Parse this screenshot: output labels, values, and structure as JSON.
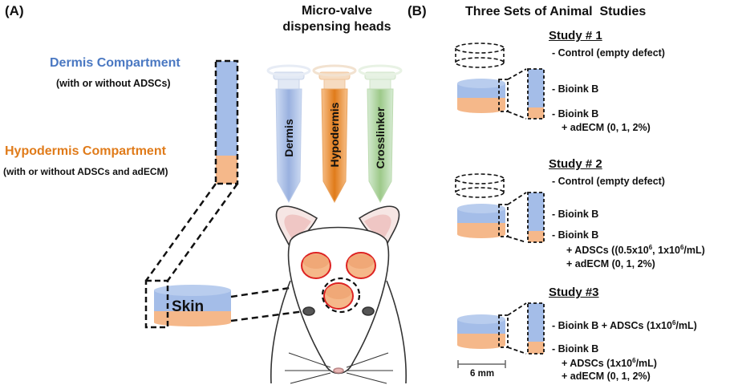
{
  "panel_a": {
    "label": "(A)",
    "heads_title_1": "Micro-valve",
    "heads_title_2": "dispensing heads",
    "dermis_title": "Dermis Compartment",
    "dermis_sub": "(with or without ADSCs)",
    "hypodermis_title": "Hypodermis Compartment",
    "hypodermis_sub": "(with or without ADSCs and adECM)",
    "skin_label": "Skin",
    "syringes": [
      {
        "label": "Dermis",
        "color": "#8fa9dc"
      },
      {
        "label": "Hypodermis",
        "color": "#e69138"
      },
      {
        "label": "Crosslinker",
        "color": "#93c47d"
      }
    ]
  },
  "panel_b": {
    "label": "(B)",
    "title": "Three Sets of Animal  Studies",
    "study1": {
      "title": "Study # 1",
      "control": "- Control (empty defect)",
      "item1": "- Bioink B",
      "item2_l1": "- Bioink B",
      "item2_l2": "+ adECM (0, 1, 2%)"
    },
    "study2": {
      "title": "Study # 2",
      "control": "- Control (empty defect)",
      "item1": "- Bioink B",
      "item2_l1": "- Bioink B",
      "item2_l2_pre": "+ ADSCs ((0.5x10",
      "item2_l2_sup1": "6",
      "item2_l2_mid": ", 1x10",
      "item2_l2_sup2": "6",
      "item2_l2_post": "/mL)",
      "item2_l3": "+ adECM (0, 1, 2%)"
    },
    "study3": {
      "title": "Study #3",
      "item1_pre": "- Bioink B + ADSCs (1x10",
      "item1_sup": "6",
      "item1_post": "/mL)",
      "item2_l1": "- Bioink B",
      "item2_l2_pre": "+ ADSCs (1x10",
      "item2_l2_sup": "6",
      "item2_l2_post": "/mL)",
      "item2_l3": "+ adECM (0, 1, 2%)"
    },
    "scale_label": "6 mm"
  },
  "colors": {
    "dermis": "#a4bde8",
    "hypodermis": "#f5b88a",
    "dermis_text": "#4a78c2",
    "hypodermis_text": "#e07b1a"
  }
}
